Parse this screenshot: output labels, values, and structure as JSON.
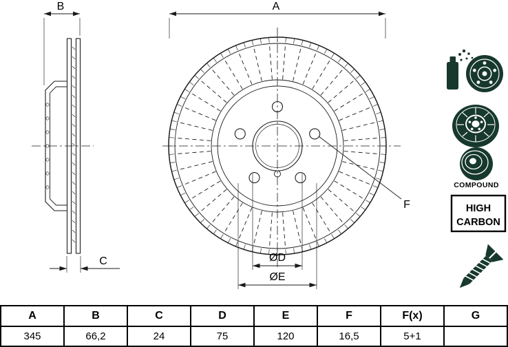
{
  "colors": {
    "line": "#1a1a1a",
    "icon": "#17382d"
  },
  "drawing": {
    "labels": {
      "a": "A",
      "b": "B",
      "c": "C",
      "d": "ØD",
      "e": "ØE",
      "f": "F"
    }
  },
  "badges": {
    "compound": "COMPOUND",
    "high_carbon": [
      "HIGH",
      "CARBON"
    ]
  },
  "table": {
    "headers": [
      "A",
      "B",
      "C",
      "D",
      "E",
      "F",
      "F(x)",
      "G"
    ],
    "values": [
      "345",
      "66,2",
      "24",
      "75",
      "120",
      "16,5",
      "5+1",
      ""
    ]
  }
}
